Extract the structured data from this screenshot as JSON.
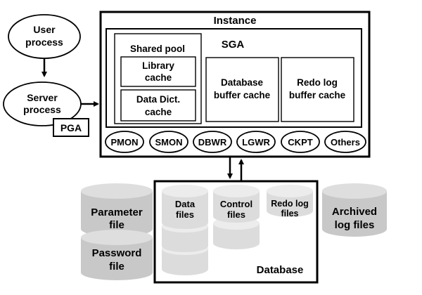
{
  "user_process": [
    "User",
    "process"
  ],
  "server_process": [
    "Server",
    "process"
  ],
  "pga": "PGA",
  "instance": {
    "title": "Instance",
    "sga": "SGA",
    "shared_pool": "Shared pool",
    "library_cache": [
      "Library",
      "cache"
    ],
    "data_dict_cache": [
      "Data Dict.",
      "cache"
    ],
    "database_buffer_cache": [
      "Database",
      "buffer cache"
    ],
    "redo_log_buffer_cache": [
      "Redo log",
      "buffer cache"
    ],
    "background_processes": [
      "PMON",
      "SMON",
      "DBWR",
      "LGWR",
      "CKPT",
      "Others"
    ]
  },
  "database": {
    "title": "Database",
    "data_files": [
      "Data",
      "files"
    ],
    "control_files": [
      "Control",
      "files"
    ],
    "redo_log_files": [
      "Redo log",
      "files"
    ]
  },
  "parameter_file": [
    "Parameter",
    "file"
  ],
  "password_file": [
    "Password",
    "file"
  ],
  "archived_log_files": [
    "Archived",
    "log files"
  ],
  "colors": {
    "stroke": "#000000",
    "background": "#ffffff",
    "cylinder_body": "#c8c8c8",
    "cylinder_top": "#dedede",
    "cylinder_light_body": "#dcdcdc",
    "cylinder_light_top": "#ececec"
  }
}
